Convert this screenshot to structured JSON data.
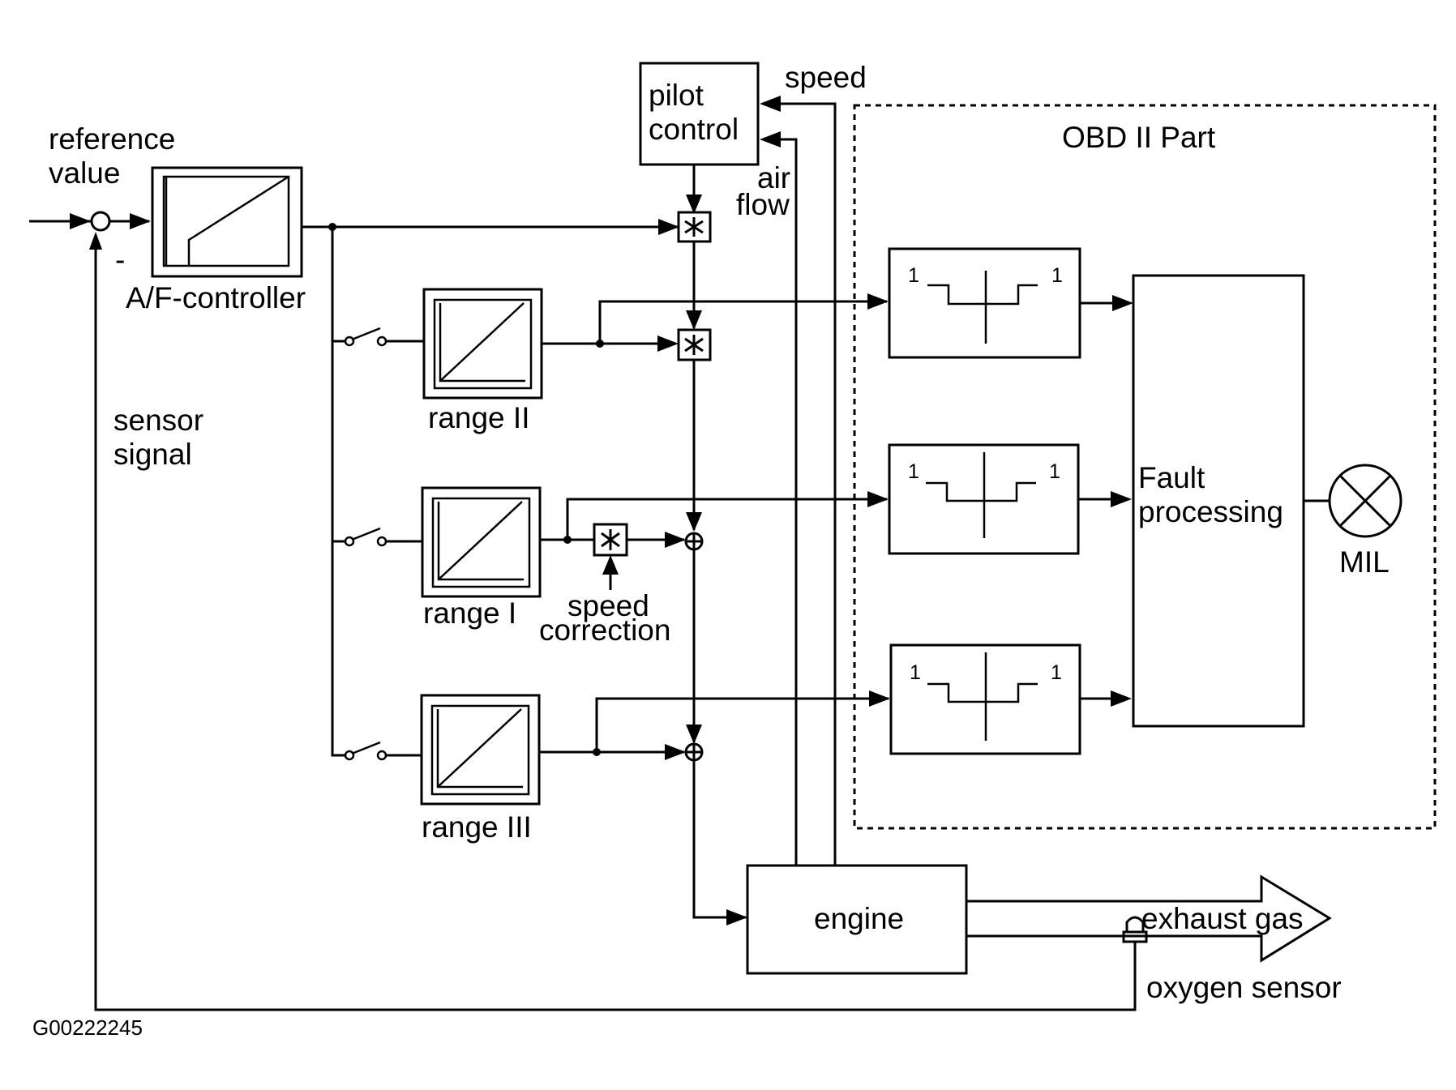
{
  "labels": {
    "reference_value_1": "reference",
    "reference_value_2": "value",
    "minus_sign": "-",
    "af_controller": "A/F-controller",
    "pilot_control_1": "pilot",
    "pilot_control_2": "control",
    "speed": "speed",
    "air_flow_1": "air",
    "air_flow_2": "flow",
    "sensor_signal_1": "sensor",
    "sensor_signal_2": "signal",
    "range_ii": "range II",
    "range_i": "range I",
    "range_iii": "range III",
    "speed_correction_1": "speed",
    "speed_correction_2": "correction",
    "obd_part": "OBD II Part",
    "fault_processing_1": "Fault",
    "fault_processing_2": "processing",
    "mil": "MIL",
    "engine": "engine",
    "exhaust_gas": "exhaust gas",
    "oxygen_sensor": "oxygen sensor",
    "figure_code": "G00222245",
    "hysteresis_1_left": "1",
    "hysteresis_1_right": "1",
    "hysteresis_2_left": "1",
    "hysteresis_2_right": "1",
    "hysteresis_3_left": "1",
    "hysteresis_3_right": "1"
  },
  "icons": {
    "multiplier": "asterisk-in-box",
    "summation": "circle-plus",
    "switch": "normally-open-switch",
    "lamp": "circle-x-lamp"
  }
}
